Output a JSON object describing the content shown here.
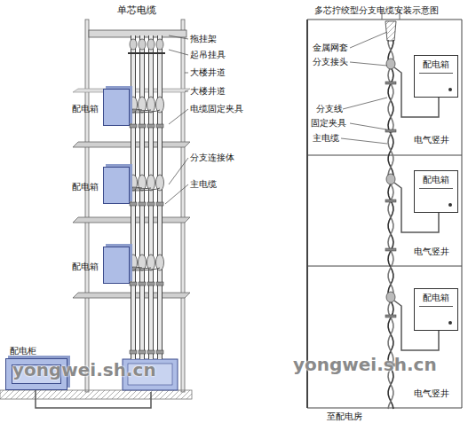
{
  "diagram": {
    "nodes": [
      {
        "text": [
          "配电箱"
        ]
      },
      {
        "text": [
          "配电箱"
        ]
      },
      {
        "text": [
          "配电箱"
        ]
      },
      {
        "text": [
          "配电柜"
        ]
      },
      {
        "text": [
          "配电箱"
        ]
      },
      {
        "text": [
          "配电箱"
        ]
      },
      {
        "text": [
          "配电箱"
        ]
      }
    ],
    "labels": [
      "单芯电缆",
      "多芯拧绞型分支电缆安装示意图",
      "拖挂架",
      "起吊挂具",
      "大楼井道",
      "大楼井道",
      "电缆固定夹具",
      "分支连接体",
      "主电缆",
      "金属网套",
      "分支接头",
      "分支线",
      "固定夹具",
      "主电缆",
      "电气竖井",
      "电气竖井",
      "电气竖井",
      "至配电房",
      "yongwei.sh.cn",
      "yongwei.sh.cn"
    ]
  }
}
